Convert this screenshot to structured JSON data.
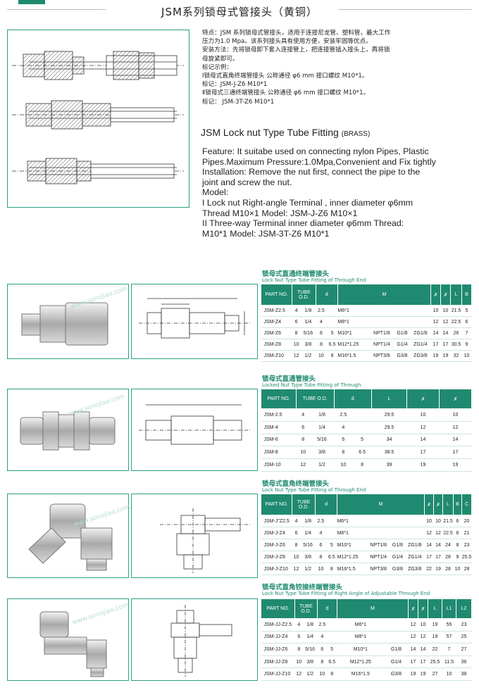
{
  "page": {
    "title": "JSM系列锁母式管接头（黄铜）"
  },
  "intro": {
    "cn_lines": [
      "特点：JSM 系列锁母式管接头，适用于连接尼龙管、塑料管，最大工作",
      "压力为1.0 Mpa。该系列接头具有使用方便，安装牢固等优点。",
      "安装方法：先将锁母卸下套入连接管上，把连接管插入接头上，再将锁",
      "母旋紧即可。",
      "标记示例：",
      "Ⅰ锁母式直角终端管接头  公称通径 φ6 mm  接口螺纹 M10*1。",
      " 标记：JSM-J-Z6  M10*1",
      "Ⅱ锁母式三通终端管接头  公称通径 φ6 mm  接口螺纹 M10*1。",
      "标记： JSM-3T-Z6  M10*1"
    ],
    "en_title": "JSM  Lock nut Type Tube Fitting",
    "en_title_suffix": "(BRASS)",
    "en_lines": [
      "Feature: It suitabe used on  connecting nylon  Pipes, Plastic",
      "Pipes.Maximum Pressure:1.0Mpa,Convenient and Fix tightly",
      "Installation: Remove the nut first, connect the pipe to  the",
      "joint and screw the nut.",
      "Model:",
      "I Lock  nut Right-angle Terminal , inner diameter φ6mm",
      "   Thread M10×1  Model:  JSM-J-Z6  M10×1",
      "II Three-way Terminal   inner diameter   φ6mm    Thread:",
      "    M10*1 Model:  JSM-3T-Z6  M10*1"
    ]
  },
  "watermark": "www.sonojiao.com",
  "sections": [
    {
      "cn": "锁母式直通终端管接头",
      "en": "Lock Nut Type Tube Fitting of Through End",
      "headers": [
        "PART NO.",
        "TUBE O.D.",
        "",
        "d",
        "",
        "M",
        "",
        "",
        "",
        "",
        "",
        "L",
        "B"
      ],
      "rows": [
        [
          "JSM-Z2.5",
          "4",
          "1/8",
          "2.5",
          "",
          "M6*1",
          "",
          "",
          "",
          "10",
          "10",
          "21.5",
          "5"
        ],
        [
          "JSM-Z4",
          "6",
          "1/4",
          "4",
          "",
          "M8*1",
          "",
          "",
          "",
          "12",
          "12",
          "22.5",
          "6"
        ],
        [
          "JSM-Z6",
          "8",
          "5/16",
          "6",
          "5",
          "M10*1",
          "NPT1/8",
          "G1/8",
          "ZG1/8",
          "14",
          "14",
          "26",
          "7"
        ],
        [
          "JSM-Z8",
          "10",
          "3/8",
          "8",
          "6.5",
          "M12*1.25",
          "NPT1/4",
          "G1/4",
          "ZG1/4",
          "17",
          "17",
          "30.5",
          "9"
        ],
        [
          "JSM-Z10",
          "12",
          "1/2",
          "10",
          "8",
          "M16*1.5",
          "NPT3/8",
          "G3/8",
          "ZG3/8",
          "19",
          "19",
          "32",
          "10"
        ]
      ]
    },
    {
      "cn": "锁母式直通管接头",
      "en": "Locked Nut Type Tube Fitting of Through",
      "headers": [
        "PART NO.",
        "TUBE O.D.",
        "",
        "d",
        "",
        "L",
        "",
        ""
      ],
      "rows": [
        [
          "JSM-2.5",
          "4",
          "1/8",
          "2.5",
          "",
          "29.5",
          "10",
          "10"
        ],
        [
          "JSM-4",
          "6",
          "1/4",
          "4",
          "",
          "29.5",
          "12",
          "12"
        ],
        [
          "JSM-6",
          "8",
          "5/16",
          "6",
          "5",
          "34",
          "14",
          "14"
        ],
        [
          "JSM-8",
          "10",
          "3/8",
          "8",
          "6.5",
          "38.5",
          "17",
          "17"
        ],
        [
          "JSM-10",
          "12",
          "1/2",
          "10",
          "8",
          "39",
          "19",
          "19"
        ]
      ]
    },
    {
      "cn": "锁母式直角终端管接头",
      "en": "Lock Nut Type Tube Fitting of Through End",
      "headers": [
        "PART NO.",
        "TUBE O.D.",
        "",
        "d",
        "",
        "M",
        "",
        "",
        "",
        "",
        "",
        "L",
        "B",
        "C"
      ],
      "rows": [
        [
          "JSM-J\"Z2.5",
          "4",
          "1/8",
          "2.5",
          "",
          "M6*1",
          "",
          "",
          "",
          "10",
          "10",
          "21.5",
          "6",
          "20"
        ],
        [
          "JSM-J-Z4",
          "6",
          "1/4",
          "4",
          "",
          "M8*1",
          "",
          "",
          "",
          "12",
          "12",
          "22.5",
          "6",
          "21"
        ],
        [
          "JSM-J-Z6",
          "8",
          "5/16",
          "6",
          "5",
          "M10*1",
          "NPT1/8",
          "G1/8",
          "ZG1/8",
          "14",
          "14",
          "24",
          "8",
          "23"
        ],
        [
          "JSM-J-Z8",
          "10",
          "3/8",
          "8",
          "6.5",
          "M12*1.25",
          "NPT1/4",
          "G1/4",
          "ZG1/4",
          "17",
          "17",
          "28",
          "9",
          "25.5"
        ],
        [
          "JSM-J-Z10",
          "12",
          "1/2",
          "10",
          "8",
          "M16*1.5",
          "NPT3/8",
          "G3/8",
          "ZG3/8",
          "22",
          "19",
          "28",
          "10",
          "28"
        ]
      ]
    },
    {
      "cn": "锁母式直角铰接终端管接头",
      "en": "Lock Nut Type Tube Fitting of  Right  Angle of Adjustable Through End",
      "headers": [
        "PART NO.",
        "TUBE O.D.",
        "",
        "d",
        "",
        "M",
        "",
        "",
        "",
        "L",
        "L1",
        "L2"
      ],
      "rows": [
        [
          "JSM-JJ-Z2.5",
          "4",
          "1/8",
          "2.5",
          "",
          "M6*1",
          "",
          "12",
          "10",
          "19",
          "55",
          "23"
        ],
        [
          "JSM-JJ-Z4",
          "6",
          "1/4",
          "4",
          "",
          "M8*1",
          "",
          "12",
          "12",
          "19",
          "57",
          "25"
        ],
        [
          "JSM-JJ-Z6",
          "8",
          "5/16",
          "6",
          "5",
          "M10*1",
          "G1/8",
          "14",
          "14",
          "22",
          "7",
          "27"
        ],
        [
          "JSM-JJ-Z8",
          "10",
          "3/8",
          "8",
          "6.5",
          "M12*1.25",
          "G1/4",
          "17",
          "17",
          "25.5",
          "11.5",
          "36"
        ],
        [
          "JSM-JJ-Z10",
          "12",
          "1/2",
          "10",
          "8",
          "M16*1.5",
          "G3/8",
          "19",
          "19",
          "27",
          "10",
          "38"
        ]
      ]
    }
  ]
}
